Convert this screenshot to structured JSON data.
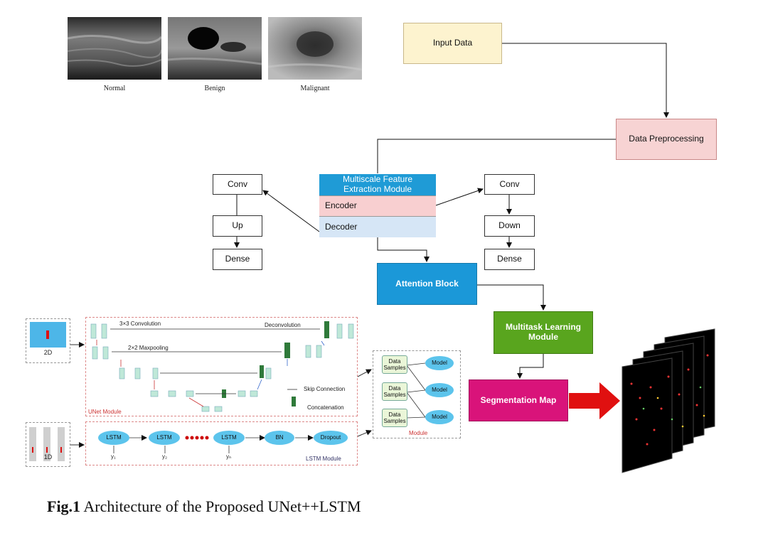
{
  "thumbnails": [
    {
      "label": "Normal"
    },
    {
      "label": "Benign"
    },
    {
      "label": "Malignant"
    }
  ],
  "flow": {
    "input_data": "Input Data",
    "data_preprocessing": "Data Preprocessing",
    "msfe_title": "Multiscale Feature Extraction Module",
    "encoder": "Encoder",
    "decoder": "Decoder",
    "left_conv": "Conv",
    "left_up": "Up",
    "left_dense": "Dense",
    "right_conv": "Conv",
    "right_down": "Down",
    "right_dense": "Dense",
    "attention_block": "Attention Block",
    "multitask_module": "Multitask Learning Module",
    "segmentation_map": "Segmentation Map"
  },
  "unet": {
    "input_label": "2D",
    "conv_label": "3×3 Convolution",
    "deconv_label": "Deconvolution",
    "maxpool_label": "2×2 Maxpooling",
    "skip_label": "Skip Connection",
    "concat_label": "Concatenation",
    "module_label": "UNet Module"
  },
  "lstm": {
    "input_label": "1D",
    "nodes": [
      "LSTM",
      "LSTM",
      "LSTM",
      "BN",
      "Dropout"
    ],
    "y_labels": [
      "y₁",
      "y₂",
      "yₙ"
    ],
    "module_label": "LSTM Module"
  },
  "models": {
    "samples": [
      "Data Samples",
      "Data Samples",
      "Data Samples"
    ],
    "model": [
      "Model",
      "Model",
      "Model"
    ],
    "module_label": "Module"
  },
  "caption": {
    "fig": "Fig.1",
    "text": " Architecture of the Proposed UNet++LSTM"
  },
  "colors": {
    "input": "#fdf3cf",
    "preprocess": "#f7d3d3",
    "msfe_header": "#1f9bd6",
    "encoder": "#f8cfd0",
    "decoder": "#d6e6f6",
    "attention": "#1b98d8",
    "multitask": "#59a51e",
    "segmentation": "#d9137a",
    "red_arrow": "#e01010"
  }
}
